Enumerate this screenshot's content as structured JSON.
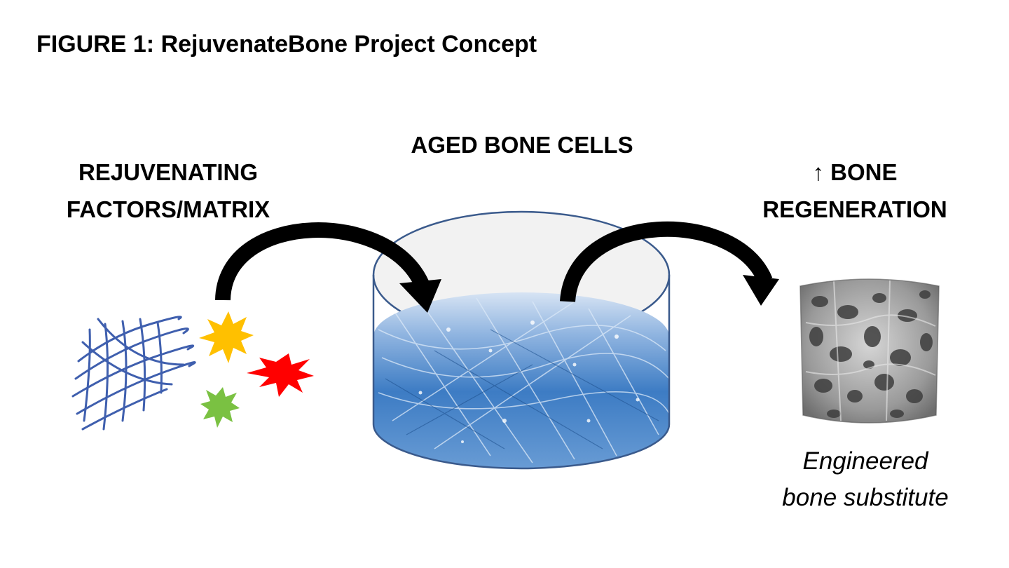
{
  "figure": {
    "title": "FIGURE 1: RejuvenateBone Project Concept"
  },
  "labels": {
    "left": [
      "REJUVENATING",
      "FACTORS/MATRIX"
    ],
    "center": [
      "AGED BONE CELLS"
    ],
    "right": [
      "↑ BONE",
      "REGENERATION"
    ]
  },
  "caption": [
    "Engineered",
    "bone substitute"
  ],
  "colors": {
    "mesh": "#3f5fae",
    "factor_yellow": "#ffc000",
    "factor_red": "#ff0000",
    "factor_green": "#7ac142",
    "dish_outline": "#3a5a8c",
    "culture_blue": "#3d7cc4",
    "arrow": "#000000"
  },
  "icons": {
    "mesh": "fiber-mesh-icon",
    "factors": "starburst-icon",
    "dish": "petri-dish-icon",
    "scaffold": "bone-scaffold-icon"
  }
}
